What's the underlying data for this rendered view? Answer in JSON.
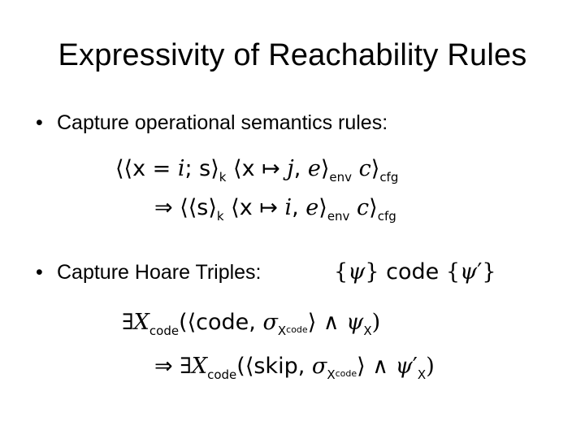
{
  "slide": {
    "title": "Expressivity of Reachability Rules",
    "bullets": [
      {
        "marker": "•",
        "text": "Capture operational semantics rules:"
      },
      {
        "marker": "•",
        "text": "Capture Hoare Triples:"
      }
    ]
  },
  "formulas": {
    "rule_lhs": {
      "open1": "⟨⟨x = ",
      "i": "i",
      "sep": "; s⟩",
      "k": "k",
      "env_open": " ⟨x ↦ ",
      "j": "j",
      "comma": ", ",
      "e": "e",
      "env_close": "⟩",
      "env": "env",
      "c": " c",
      "cfg_close": "⟩",
      "cfg": "cfg"
    },
    "rule_rhs": {
      "arrow": "⇒ ",
      "open1": "⟨⟨s⟩",
      "k": "k",
      "env_open": " ⟨x ↦ ",
      "i": "i",
      "comma": ", ",
      "e": "e",
      "env_close": "⟩",
      "env": "env",
      "c": " c",
      "cfg_close": "⟩",
      "cfg": "cfg"
    },
    "hoare": {
      "pre_open": "{",
      "psi": "ψ",
      "pre_close": "} ",
      "code": "code",
      "post_open": " {",
      "psi2": "ψ",
      "prime": "′",
      "post_close": "}"
    },
    "reach_lhs": {
      "exists": "∃",
      "X": "X",
      "code_sub": "code",
      "open": "(⟨code, ",
      "sigma": "σ",
      "X2": "X",
      "code_subsub": "code",
      "close": "⟩ ∧ ",
      "psi": "ψ",
      "X3": "X",
      "paren": ")"
    },
    "reach_rhs": {
      "arrow": "⇒ ",
      "exists": "∃",
      "X": "X",
      "code_sub": "code",
      "open": "(⟨skip, ",
      "sigma": "σ",
      "X2": "X",
      "code_subsub": "code",
      "close": "⟩ ∧ ",
      "psi": "ψ",
      "prime": "′",
      "X3": "X",
      "paren": ")"
    }
  }
}
